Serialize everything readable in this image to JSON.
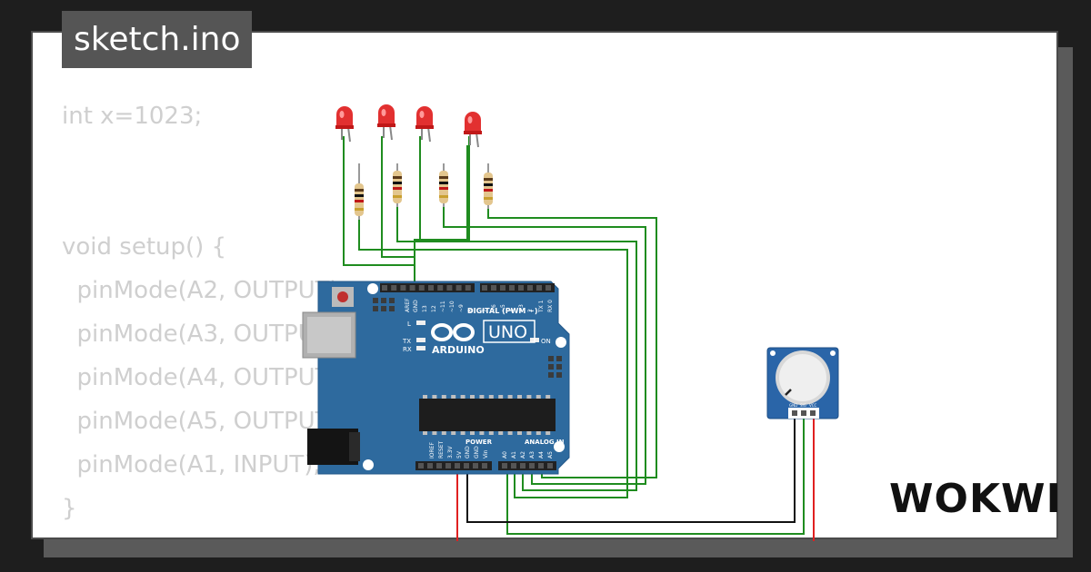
{
  "title": "sketch.ino",
  "code_lines": [
    "int x=1023;",
    "",
    "",
    "void setup() {",
    "  pinMode(A2, OUTPUT);",
    "  pinMode(A3, OUTPUT);",
    "  pinMode(A4, OUTPUT);",
    "  pinMode(A5, OUTPUT);",
    "  pinMode(A1, INPUT);",
    "}"
  ],
  "board": {
    "brand": "ARDUINO",
    "model": "UNO",
    "digital_label": "DIGITAL (PWM ~)",
    "analog_label": "ANALOG IN",
    "power_label": "POWER",
    "on_label": "ON",
    "led_labels": [
      "L",
      "TX",
      "RX"
    ],
    "top_header_labels": [
      "AREF",
      "GND",
      "13",
      "12",
      "~11",
      "~10",
      "~9",
      "8",
      "7",
      "~6",
      "~5",
      "4",
      "~3",
      "2",
      "TX 1",
      "RX 0"
    ],
    "power_pins": [
      "IOREF",
      "RESET",
      "3.3V",
      "5V",
      "GND",
      "GND",
      "Vin"
    ],
    "analog_pins": [
      "A0",
      "A1",
      "A2",
      "A3",
      "A4",
      "A5"
    ]
  },
  "potentiometer": {
    "pin_labels": [
      "GND",
      "SIG",
      "VCC"
    ]
  },
  "logo_text": "WOKWI",
  "colors": {
    "background": "#1e1e1e",
    "card": "#ffffff",
    "title_bg": "#555555",
    "code_text": "#cfcfcf",
    "board": "#2e6a9e",
    "wire_green": "#1f8c1f",
    "wire_black": "#111111",
    "wire_red": "#e02020",
    "led_red": "#e23030",
    "pot_board": "#2a65a8"
  }
}
